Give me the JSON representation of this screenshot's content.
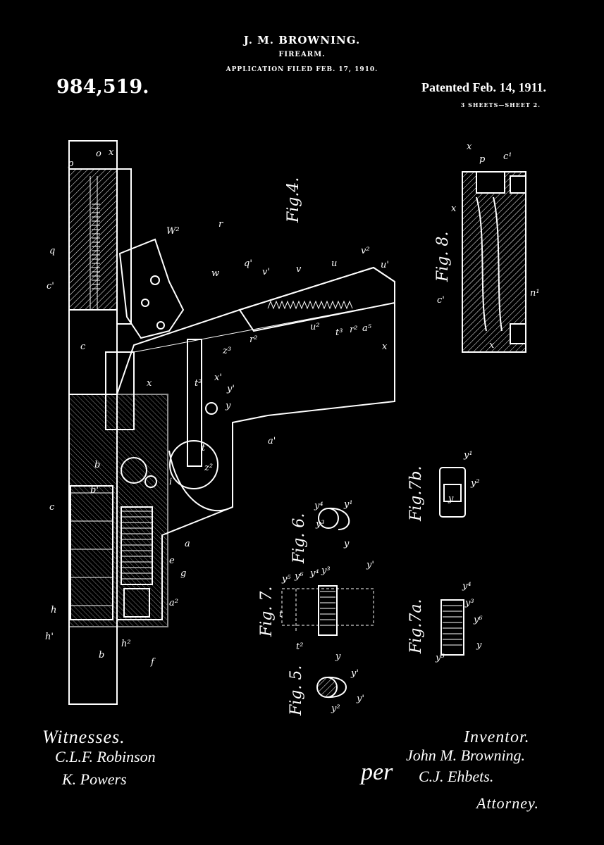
{
  "header": {
    "inventor_name": "J. M. BROWNING.",
    "title": "FIREARM.",
    "application": "APPLICATION FILED FEB. 17, 1910.",
    "patent_number": "984,519.",
    "patented_date": "Patented Feb. 14, 1911.",
    "sheets": "3 SHEETS—SHEET 2."
  },
  "figures": {
    "fig4": "Fig.4.",
    "fig8": "Fig. 8.",
    "fig7b": "Fig.7b.",
    "fig6": "Fig. 6.",
    "fig7": "Fig. 7.",
    "fig5": "Fig. 5.",
    "fig7a": "Fig.7a."
  },
  "signatures": {
    "witnesses_heading": "Witnesses.",
    "witness_1": "C.L.F. Robinson",
    "witness_2": "K. Powers",
    "inventor_heading": "Inventor.",
    "inventor_signature": "John M. Browning.",
    "per": "per",
    "attorney_signature": "C.J. Ehbets.",
    "attorney_heading": "Attorney."
  },
  "colors": {
    "background": "#000000",
    "ink": "#ffffff"
  }
}
